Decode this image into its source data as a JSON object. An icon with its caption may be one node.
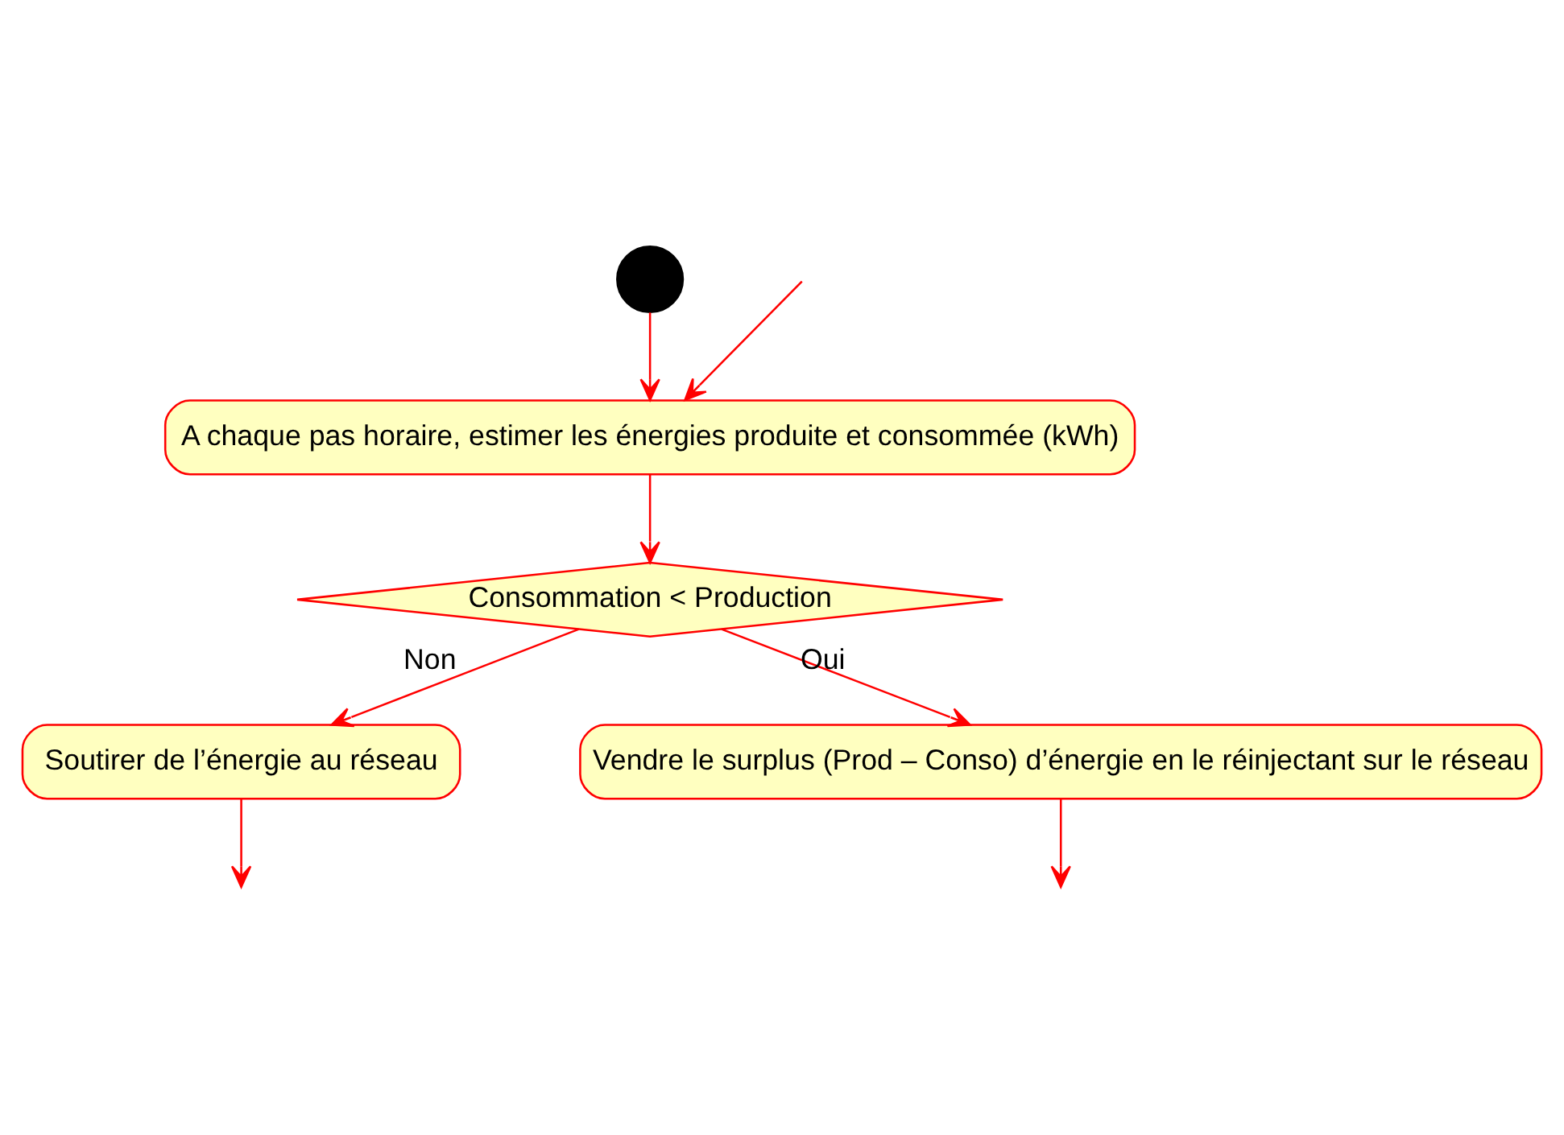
{
  "diagram": {
    "nodes": [
      {
        "text": [],
        "shape": "circle"
      },
      {
        "text": [
          "A chaque pas horaire, estimer les énergies produite et consommée (kWh)"
        ]
      },
      {
        "text": [
          "Consommation < Production"
        ]
      },
      {
        "text": [
          "Soutirer de l’énergie au réseau"
        ]
      },
      {
        "text": [
          "Vendre le surplus (Prod – Conso) d’énergie en le réinjectant sur le réseau"
        ]
      }
    ],
    "edges": [
      {
        "from": 0,
        "to": 1,
        "arrow": "to"
      },
      {
        "from": null,
        "to": 1,
        "arrow": "to"
      },
      {
        "from": 1,
        "to": 2,
        "arrow": "to"
      },
      {
        "from": 2,
        "to": 3,
        "arrow": "to",
        "label": "Non"
      },
      {
        "from": 2,
        "to": 4,
        "arrow": "to",
        "label": "Oui"
      },
      {
        "from": 4,
        "to": null,
        "arrow": "to"
      },
      {
        "from": 3,
        "to": null,
        "arrow": "to"
      }
    ]
  }
}
